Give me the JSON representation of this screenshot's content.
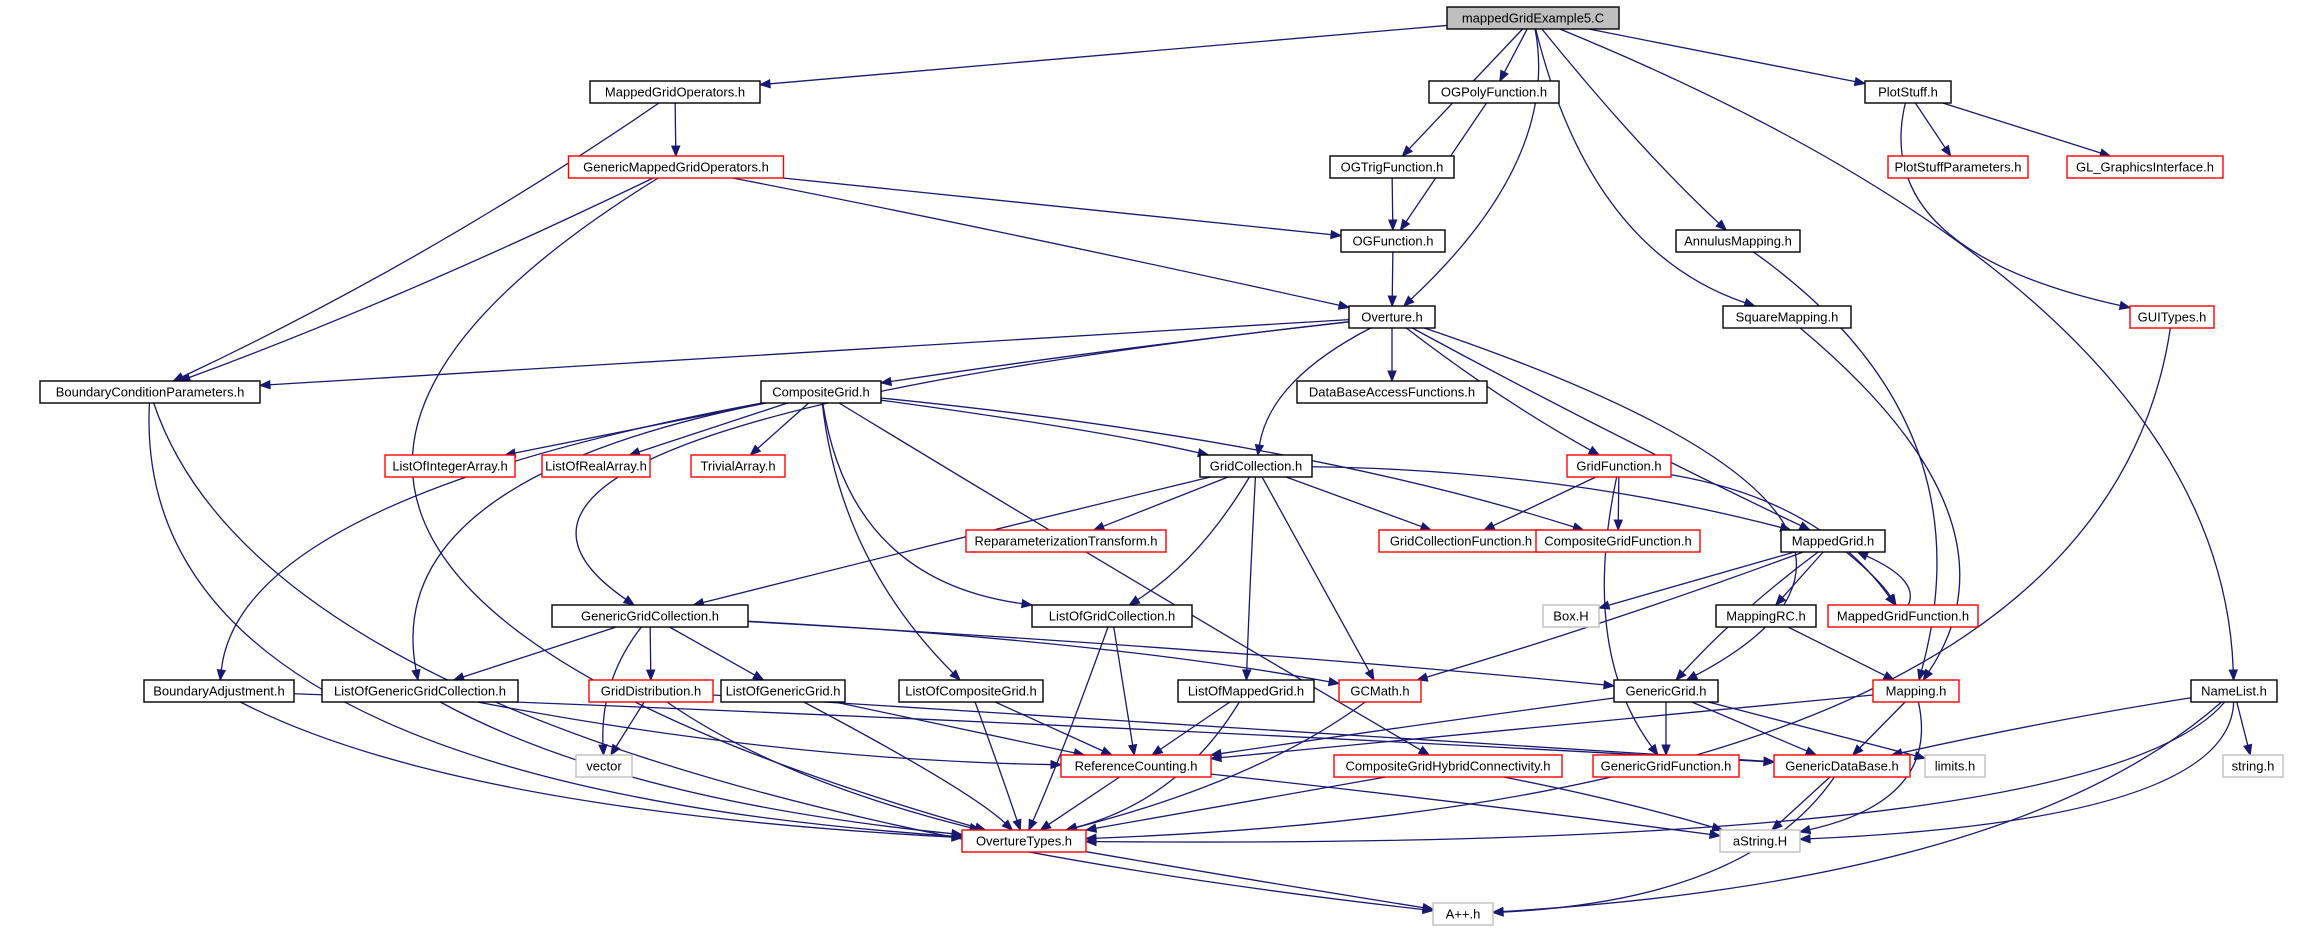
{
  "colors": {
    "edge": "#191970",
    "root_fill": "#bfbfbf",
    "normal_border": "#000000",
    "linked_border": "#ff0000",
    "external_border": "#bfbfbf"
  },
  "nodes": [
    {
      "id": "root",
      "label": "mappedGridExample5.C",
      "kind": "root"
    },
    {
      "id": "mgo",
      "label": "MappedGridOperators.h",
      "kind": "normal"
    },
    {
      "id": "ogtrig",
      "label": "OGTrigFunction.h",
      "kind": "normal"
    },
    {
      "id": "ogpoly",
      "label": "OGPolyFunction.h",
      "kind": "normal"
    },
    {
      "id": "plotstuff",
      "label": "PlotStuff.h",
      "kind": "normal"
    },
    {
      "id": "gmgo",
      "label": "GenericMappedGridOperators.h",
      "kind": "linked"
    },
    {
      "id": "plotparams",
      "label": "PlotStuffParameters.h",
      "kind": "linked"
    },
    {
      "id": "glgi",
      "label": "GL_GraphicsInterface.h",
      "kind": "linked"
    },
    {
      "id": "ogfunc",
      "label": "OGFunction.h",
      "kind": "normal"
    },
    {
      "id": "annulus",
      "label": "AnnulusMapping.h",
      "kind": "normal"
    },
    {
      "id": "overture",
      "label": "Overture.h",
      "kind": "normal"
    },
    {
      "id": "square",
      "label": "SquareMapping.h",
      "kind": "normal"
    },
    {
      "id": "guitypes",
      "label": "GUITypes.h",
      "kind": "linked"
    },
    {
      "id": "bcp",
      "label": "BoundaryConditionParameters.h",
      "kind": "normal"
    },
    {
      "id": "cg",
      "label": "CompositeGrid.h",
      "kind": "normal"
    },
    {
      "id": "dbaf",
      "label": "DataBaseAccessFunctions.h",
      "kind": "normal"
    },
    {
      "id": "loia",
      "label": "ListOfIntegerArray.h",
      "kind": "linked"
    },
    {
      "id": "lora",
      "label": "ListOfRealArray.h",
      "kind": "linked"
    },
    {
      "id": "trivial",
      "label": "TrivialArray.h",
      "kind": "linked"
    },
    {
      "id": "gc",
      "label": "GridCollection.h",
      "kind": "normal"
    },
    {
      "id": "gridfunc",
      "label": "GridFunction.h",
      "kind": "linked"
    },
    {
      "id": "repar",
      "label": "ReparameterizationTransform.h",
      "kind": "linked"
    },
    {
      "id": "gcf",
      "label": "GridCollectionFunction.h",
      "kind": "linked"
    },
    {
      "id": "cgf",
      "label": "CompositeGridFunction.h",
      "kind": "linked"
    },
    {
      "id": "mg",
      "label": "MappedGrid.h",
      "kind": "normal"
    },
    {
      "id": "ggc",
      "label": "GenericGridCollection.h",
      "kind": "normal"
    },
    {
      "id": "logc",
      "label": "ListOfGridCollection.h",
      "kind": "normal"
    },
    {
      "id": "box",
      "label": "Box.H",
      "kind": "external"
    },
    {
      "id": "mappingrc",
      "label": "MappingRC.h",
      "kind": "normal"
    },
    {
      "id": "mgf",
      "label": "MappedGridFunction.h",
      "kind": "linked"
    },
    {
      "id": "ba",
      "label": "BoundaryAdjustment.h",
      "kind": "normal"
    },
    {
      "id": "loggc",
      "label": "ListOfGenericGridCollection.h",
      "kind": "normal"
    },
    {
      "id": "griddist",
      "label": "GridDistribution.h",
      "kind": "linked"
    },
    {
      "id": "logg",
      "label": "ListOfGenericGrid.h",
      "kind": "normal"
    },
    {
      "id": "locg",
      "label": "ListOfCompositeGrid.h",
      "kind": "normal"
    },
    {
      "id": "lomg",
      "label": "ListOfMappedGrid.h",
      "kind": "normal"
    },
    {
      "id": "gcmath",
      "label": "GCMath.h",
      "kind": "linked"
    },
    {
      "id": "gg",
      "label": "GenericGrid.h",
      "kind": "normal"
    },
    {
      "id": "mapping",
      "label": "Mapping.h",
      "kind": "linked"
    },
    {
      "id": "namelist",
      "label": "NameList.h",
      "kind": "normal"
    },
    {
      "id": "vector",
      "label": "vector",
      "kind": "external"
    },
    {
      "id": "refcount",
      "label": "ReferenceCounting.h",
      "kind": "linked"
    },
    {
      "id": "cghc",
      "label": "CompositeGridHybridConnectivity.h",
      "kind": "linked"
    },
    {
      "id": "ggf",
      "label": "GenericGridFunction.h",
      "kind": "linked"
    },
    {
      "id": "gdb",
      "label": "GenericDataBase.h",
      "kind": "linked"
    },
    {
      "id": "limits",
      "label": "limits.h",
      "kind": "external"
    },
    {
      "id": "stringh",
      "label": "string.h",
      "kind": "external"
    },
    {
      "id": "otypes",
      "label": "OvertureTypes.h",
      "kind": "linked"
    },
    {
      "id": "astring",
      "label": "aString.H",
      "kind": "external"
    },
    {
      "id": "app",
      "label": "A++.h",
      "kind": "external"
    }
  ],
  "edges": [
    [
      "root",
      "mgo"
    ],
    [
      "root",
      "ogtrig"
    ],
    [
      "root",
      "ogpoly"
    ],
    [
      "root",
      "overture"
    ],
    [
      "root",
      "annulus"
    ],
    [
      "root",
      "square"
    ],
    [
      "root",
      "plotstuff"
    ],
    [
      "root",
      "namelist"
    ],
    [
      "mgo",
      "gmgo"
    ],
    [
      "mgo",
      "bcp"
    ],
    [
      "gmgo",
      "ogfunc"
    ],
    [
      "gmgo",
      "overture"
    ],
    [
      "gmgo",
      "bcp"
    ],
    [
      "gmgo",
      "otypes"
    ],
    [
      "ogtrig",
      "ogfunc"
    ],
    [
      "ogpoly",
      "ogfunc"
    ],
    [
      "ogfunc",
      "overture"
    ],
    [
      "plotstuff",
      "plotparams"
    ],
    [
      "plotstuff",
      "glgi"
    ],
    [
      "plotstuff",
      "guitypes"
    ],
    [
      "annulus",
      "mapping"
    ],
    [
      "square",
      "mapping"
    ],
    [
      "guitypes",
      "otypes"
    ],
    [
      "overture",
      "bcp"
    ],
    [
      "overture",
      "cg"
    ],
    [
      "overture",
      "dbaf"
    ],
    [
      "overture",
      "gc"
    ],
    [
      "overture",
      "gridfunc"
    ],
    [
      "overture",
      "mg"
    ],
    [
      "overture",
      "gg"
    ],
    [
      "overture",
      "ggc"
    ],
    [
      "bcp",
      "otypes"
    ],
    [
      "bcp",
      "app"
    ],
    [
      "cg",
      "loia"
    ],
    [
      "cg",
      "lora"
    ],
    [
      "cg",
      "trivial"
    ],
    [
      "cg",
      "gc"
    ],
    [
      "cg",
      "cgf"
    ],
    [
      "cg",
      "logc"
    ],
    [
      "cg",
      "locg"
    ],
    [
      "cg",
      "cghc"
    ],
    [
      "cg",
      "ba"
    ],
    [
      "cg",
      "loggc"
    ],
    [
      "gc",
      "repar"
    ],
    [
      "gc",
      "gcf"
    ],
    [
      "gc",
      "ggc"
    ],
    [
      "gc",
      "logc"
    ],
    [
      "gc",
      "lomg"
    ],
    [
      "gc",
      "gcmath"
    ],
    [
      "gc",
      "mg"
    ],
    [
      "gridfunc",
      "gcf"
    ],
    [
      "gridfunc",
      "cgf"
    ],
    [
      "gridfunc",
      "mgf"
    ],
    [
      "gridfunc",
      "ggf"
    ],
    [
      "mg",
      "mgf"
    ],
    [
      "mg",
      "box"
    ],
    [
      "mg",
      "mappingrc"
    ],
    [
      "mg",
      "gg"
    ],
    [
      "mg",
      "gcmath"
    ],
    [
      "mgf",
      "mg"
    ],
    [
      "ggc",
      "loggc"
    ],
    [
      "ggc",
      "griddist"
    ],
    [
      "ggc",
      "logg"
    ],
    [
      "ggc",
      "vector"
    ],
    [
      "ggc",
      "gg"
    ],
    [
      "ggc",
      "gcmath"
    ],
    [
      "logc",
      "refcount"
    ],
    [
      "logc",
      "otypes"
    ],
    [
      "mappingrc",
      "mapping"
    ],
    [
      "ba",
      "otypes"
    ],
    [
      "ba",
      "gdb"
    ],
    [
      "loggc",
      "otypes"
    ],
    [
      "loggc",
      "refcount"
    ],
    [
      "griddist",
      "vector"
    ],
    [
      "griddist",
      "otypes"
    ],
    [
      "griddist",
      "gdb"
    ],
    [
      "logg",
      "refcount"
    ],
    [
      "logg",
      "otypes"
    ],
    [
      "locg",
      "refcount"
    ],
    [
      "locg",
      "otypes"
    ],
    [
      "lomg",
      "refcount"
    ],
    [
      "lomg",
      "otypes"
    ],
    [
      "gcmath",
      "otypes"
    ],
    [
      "gg",
      "refcount"
    ],
    [
      "gg",
      "ggf"
    ],
    [
      "gg",
      "gdb"
    ],
    [
      "gg",
      "limits"
    ],
    [
      "mapping",
      "refcount"
    ],
    [
      "mapping",
      "gdb"
    ],
    [
      "mapping",
      "astring"
    ],
    [
      "namelist",
      "gdb"
    ],
    [
      "namelist",
      "stringh"
    ],
    [
      "namelist",
      "astring"
    ],
    [
      "namelist",
      "otypes"
    ],
    [
      "namelist",
      "app"
    ],
    [
      "refcount",
      "otypes"
    ],
    [
      "refcount",
      "astring"
    ],
    [
      "cghc",
      "otypes"
    ],
    [
      "cghc",
      "astring"
    ],
    [
      "gdb",
      "astring"
    ],
    [
      "gdb",
      "app"
    ],
    [
      "otypes",
      "app"
    ]
  ]
}
